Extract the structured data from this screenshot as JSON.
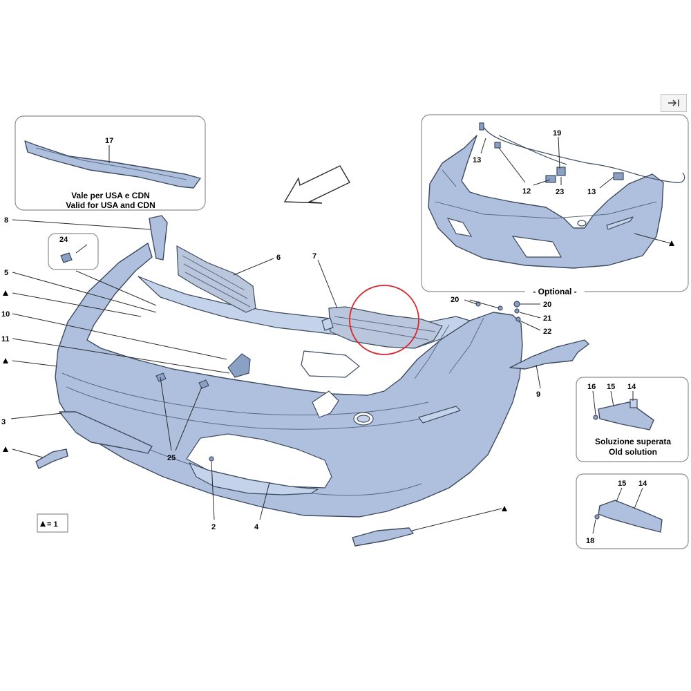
{
  "toolbar": {
    "exit_icon": "arrow-to-right-icon"
  },
  "insets": {
    "usa": {
      "part": "17",
      "caption_it": "Vale per USA e CDN",
      "caption_en": "Valid for USA and CDN"
    },
    "optional": {
      "caption": "- Optional -",
      "parts": [
        "13",
        "19",
        "12",
        "23",
        "13"
      ]
    },
    "old_solution": {
      "parts": [
        "16",
        "15",
        "14"
      ],
      "caption_it": "Soluzione superata",
      "caption_en": "Old solution"
    },
    "new_solution": {
      "parts": [
        "15",
        "14",
        "18"
      ]
    }
  },
  "callouts": {
    "p8": "8",
    "p24": "24",
    "p5": "5",
    "p10": "10",
    "p11": "11",
    "p3": "3",
    "p6": "6",
    "p7": "7",
    "p20a": "20",
    "p20b": "20",
    "p21": "21",
    "p22": "22",
    "p9": "9",
    "p25": "25",
    "p2": "2",
    "p4": "4"
  },
  "legend": {
    "text": "= 1",
    "icon": "triangle-icon"
  },
  "highlight_color": "#d9262b",
  "part_color": "#aec0de"
}
